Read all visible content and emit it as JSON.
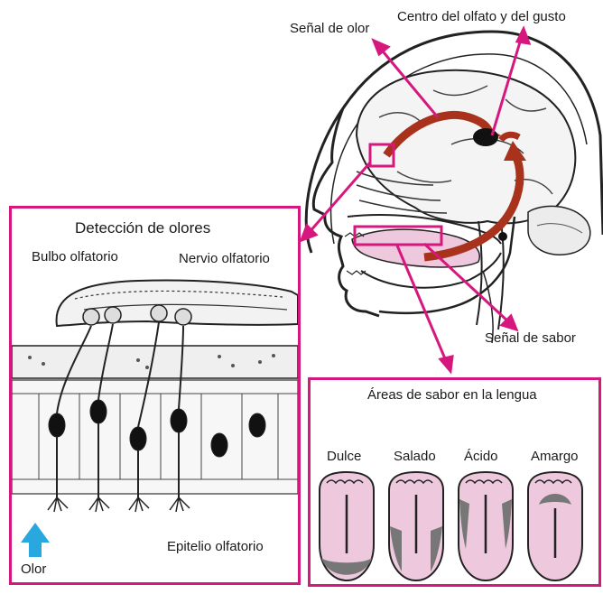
{
  "labels": {
    "smell_signal": "Señal de olor",
    "center": "Centro del olfato y del gusto",
    "taste_signal": "Señal de sabor"
  },
  "smell_panel": {
    "title": "Detección de olores",
    "bulb": "Bulbo olfatorio",
    "nerve": "Nervio olfatorio",
    "epithelium": "Epitelio olfatorio",
    "odor": "Olor"
  },
  "tongue_panel": {
    "title": "Áreas de sabor en la lengua",
    "tongues": [
      {
        "label": "Dulce"
      },
      {
        "label": "Salado"
      },
      {
        "label": "Ácido"
      },
      {
        "label": "Amargo"
      }
    ]
  },
  "colors": {
    "magenta": "#d6187e",
    "arrow_red": "#a8321c",
    "tongue_pink": "#eec8dc",
    "odor_blue": "#29a8e0"
  }
}
